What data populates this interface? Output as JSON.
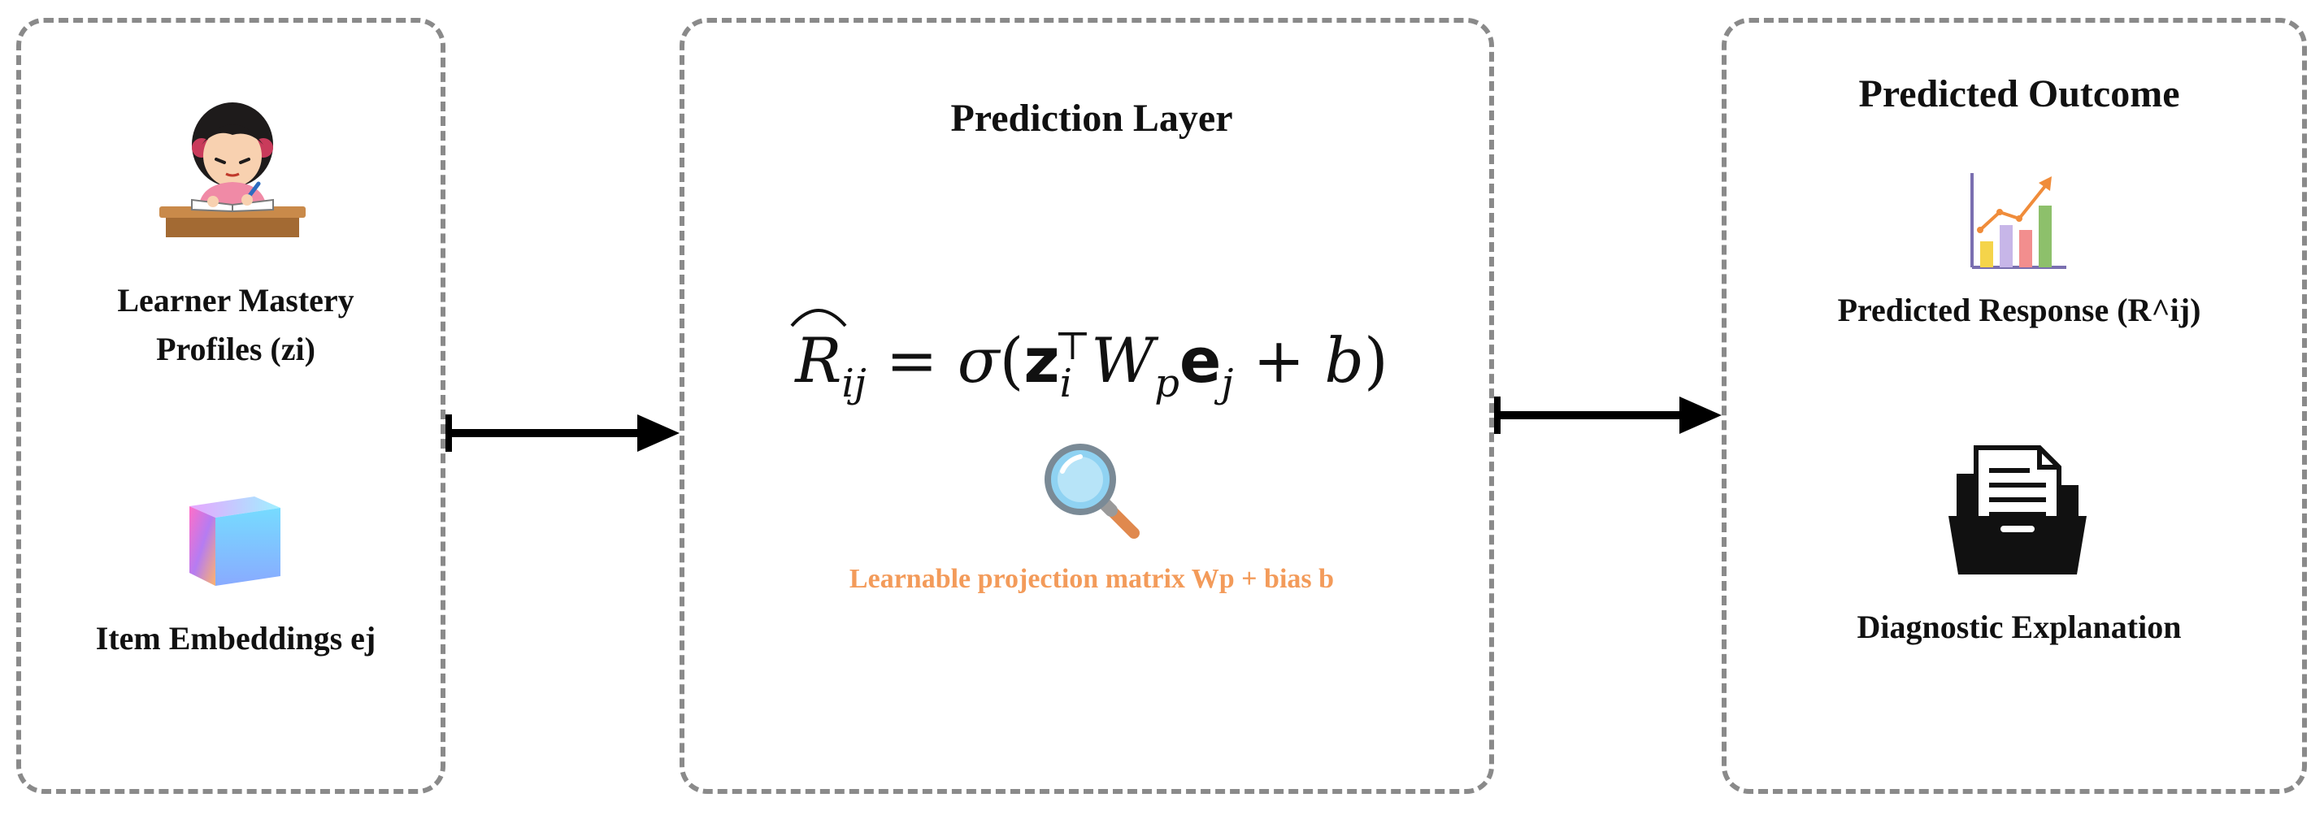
{
  "left_panel": {
    "learner_label": "Learner Mastery Profiles (zi)",
    "item_label": "Item Embeddings ej",
    "learner_icon": "student-studying-icon",
    "item_icon": "gradient-cube-icon"
  },
  "middle_panel": {
    "title": "Prediction Layer",
    "formula": {
      "lhs": "R",
      "lhs_sub": "ij",
      "equals": "=",
      "sigma": "σ",
      "open": "(",
      "z": "z",
      "z_sub": "i",
      "z_sup": "⊤",
      "W": "W",
      "W_sub": "p",
      "e": "e",
      "e_sub": "j",
      "plus": "+",
      "b": "b",
      "close": ")"
    },
    "icon": "magnifier-icon",
    "projection_label": "Learnable projection matrix Wp + bias b"
  },
  "right_panel": {
    "title": "Predicted Outcome",
    "response_label": "Predicted Response (R^ij)",
    "explanation_label": "Diagnostic Explanation",
    "response_icon": "bar-chart-trend-icon",
    "explanation_icon": "folder-document-icon"
  },
  "colors": {
    "panel_border": "#8a8a8a",
    "arrow": "#000000",
    "projection_text": "#f39b5a"
  }
}
